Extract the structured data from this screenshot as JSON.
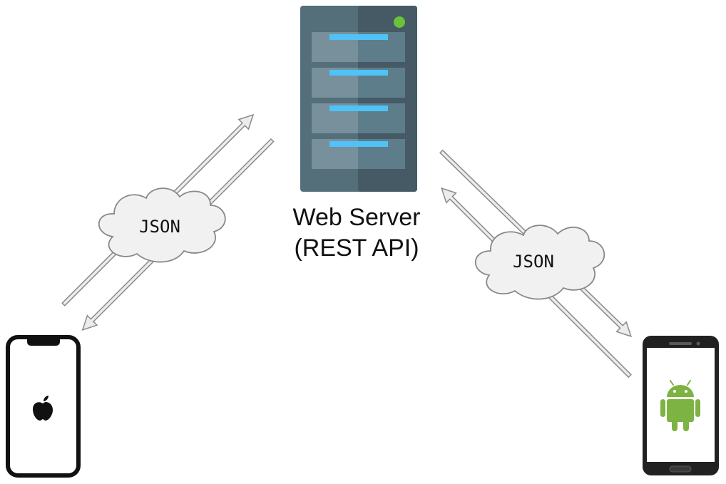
{
  "server": {
    "label_line1": "Web Server",
    "label_line2": "(REST API)",
    "led_color": "#6cc13a",
    "body_color": "#546e7a",
    "shade_color": "#455a64",
    "drive_color": "#78909c",
    "light_color": "#4fc3f7",
    "icon": "server-icon"
  },
  "left_link": {
    "payload_label": "JSON"
  },
  "right_link": {
    "payload_label": "JSON"
  },
  "ios_device": {
    "icon": "apple-icon"
  },
  "android_device": {
    "icon": "android-robot-icon",
    "robot_color": "#7cb342"
  }
}
